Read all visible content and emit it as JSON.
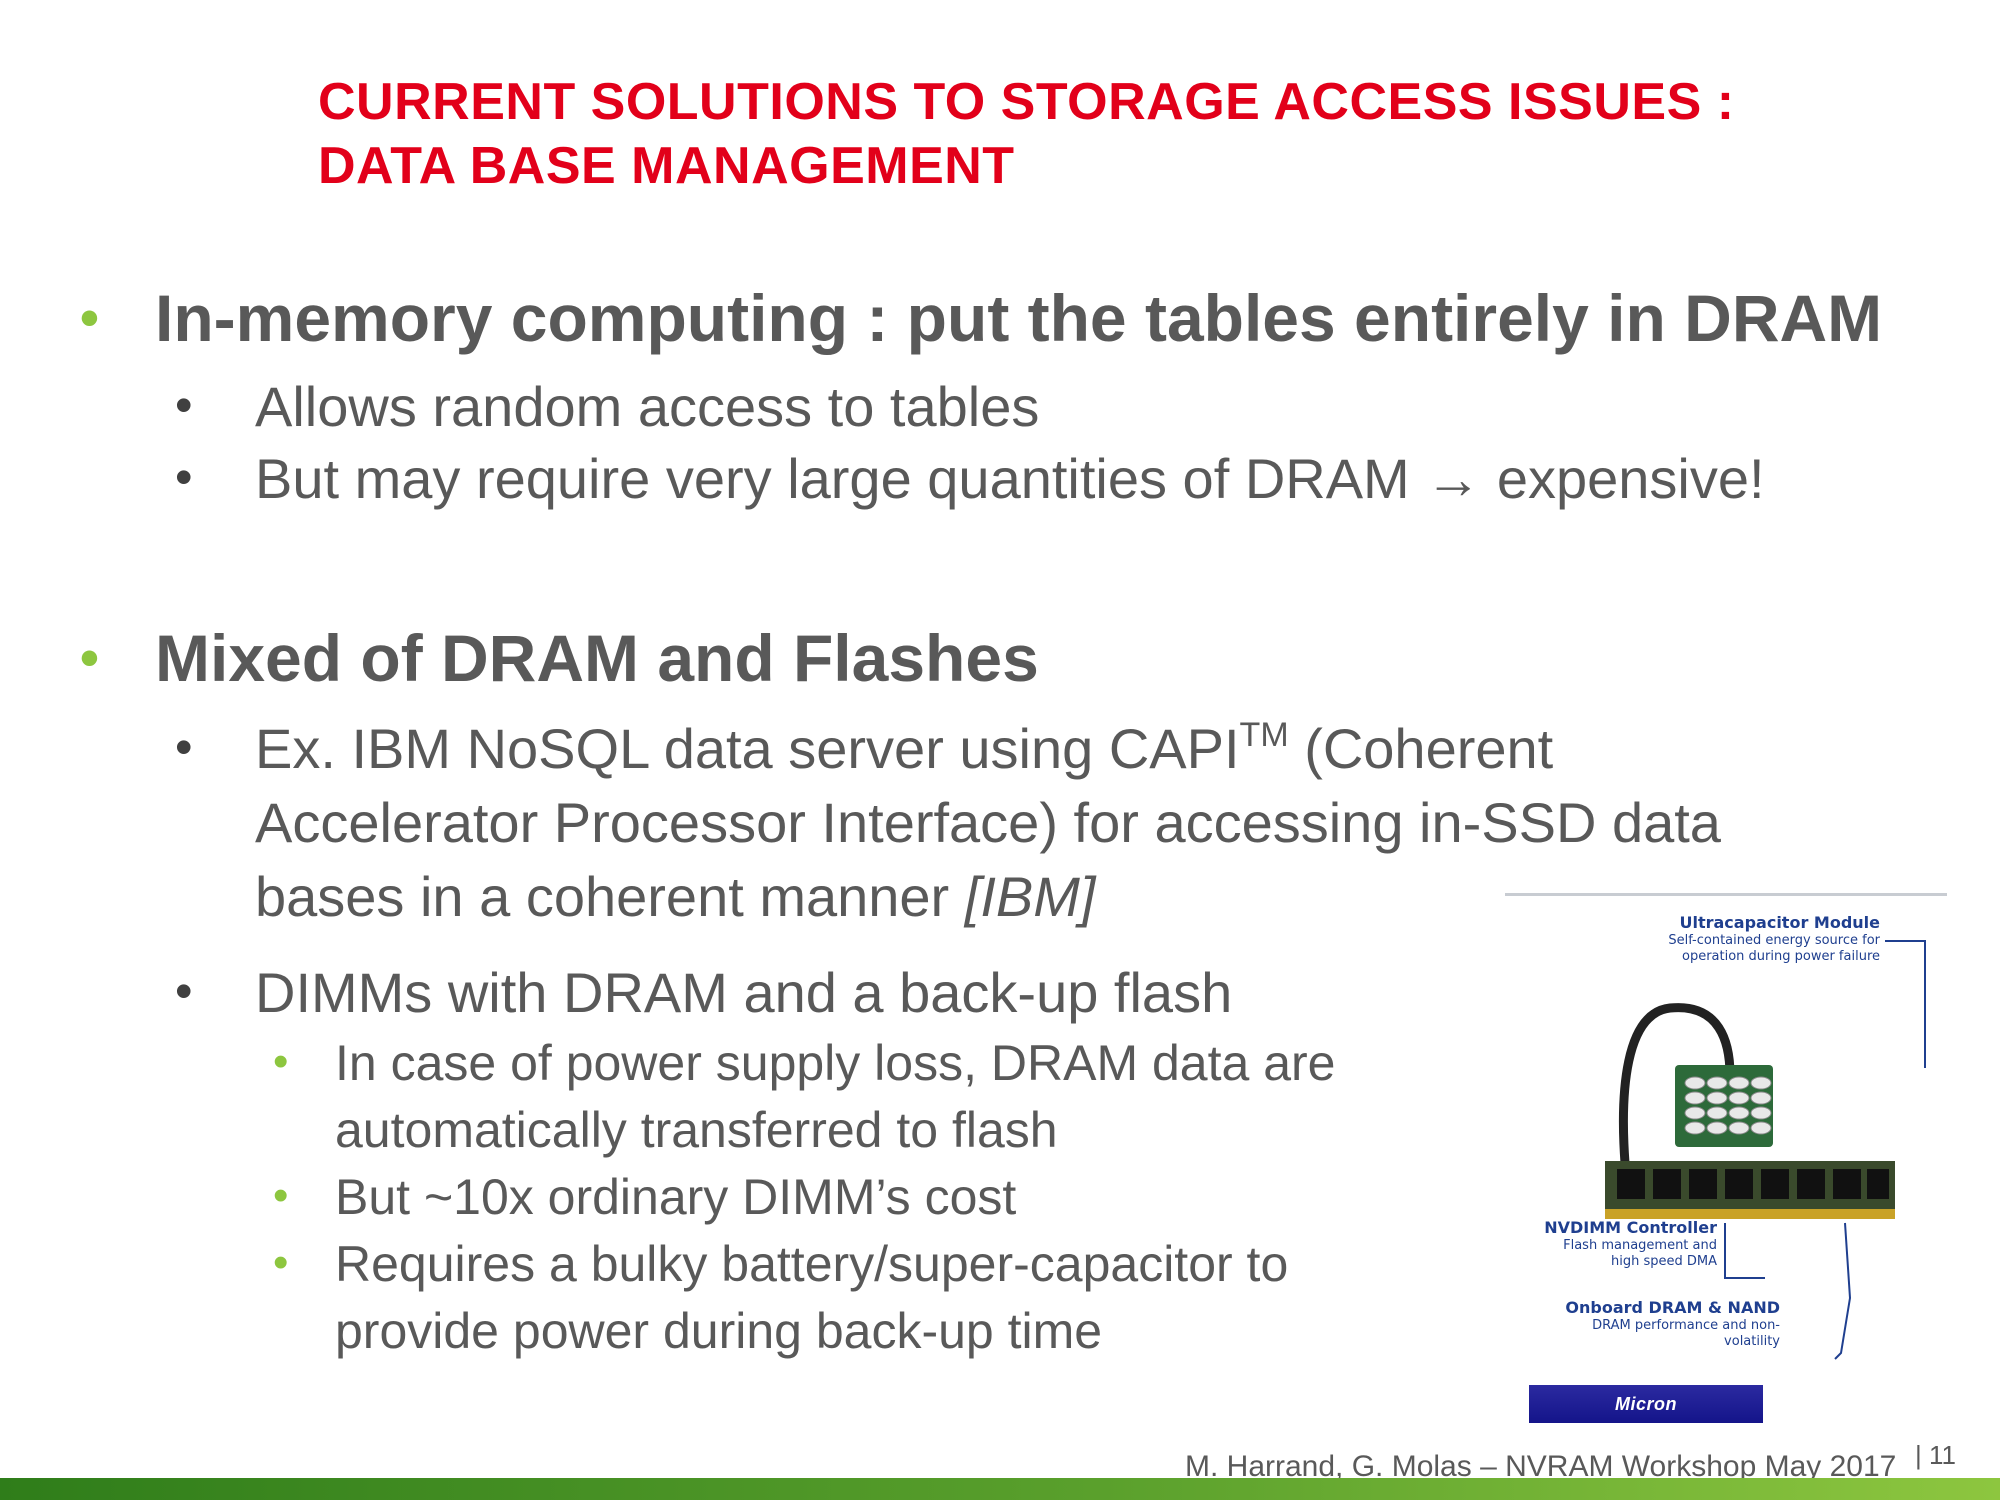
{
  "title": {
    "line1": "CURRENT SOLUTIONS TO STORAGE ACCESS ISSUES :",
    "line2": "DATA BASE MANAGEMENT"
  },
  "bullets": {
    "b1": {
      "text": "In-memory computing : put the tables entirely in DRAM",
      "subs": [
        "Allows random access to tables",
        "But may require very large quantities of DRAM → expensive!"
      ]
    },
    "b2": {
      "text": "Mixed of DRAM and Flashes",
      "sub1": {
        "pre": "Ex. IBM NoSQL data server using CAPI",
        "sup": "TM",
        "post": " (Coherent",
        "line2": "Accelerator Processor Interface) for accessing in-SSD data",
        "line3": "bases in a coherent manner ",
        "cite": "[IBM]"
      },
      "sub2": {
        "text": "DIMMs with DRAM and a back-up flash",
        "subs": [
          {
            "l1": "In case of power supply loss, DRAM data are",
            "l2": "automatically transferred to flash"
          },
          {
            "l1": "But ~10x ordinary DIMM’s cost"
          },
          {
            "l1": "Requires a bulky battery/super-capacitor to",
            "l2": "provide power during back-up time"
          }
        ]
      }
    }
  },
  "figure": {
    "ultracap": {
      "title": "Ultracapacitor Module",
      "desc1": "Self-contained energy source for",
      "desc2": "operation during power failure"
    },
    "controller": {
      "title": "NVDIMM Controller",
      "desc1": "Flash management and",
      "desc2": "high speed DMA"
    },
    "onboard": {
      "title": "Onboard DRAM & NAND",
      "desc1": "DRAM performance and non-",
      "desc2": "volatility"
    },
    "logo": "Micron"
  },
  "footer": {
    "authors": "M. Harrand, G. Molas – NVRAM Workshop May 2017",
    "page": "| 11"
  },
  "colors": {
    "title": "#e2001a",
    "accent_bullet": "#8dc63f",
    "body_text": "#595959",
    "figure_text": "#1f3f8f",
    "bottom_bar": "#5aa02c"
  }
}
